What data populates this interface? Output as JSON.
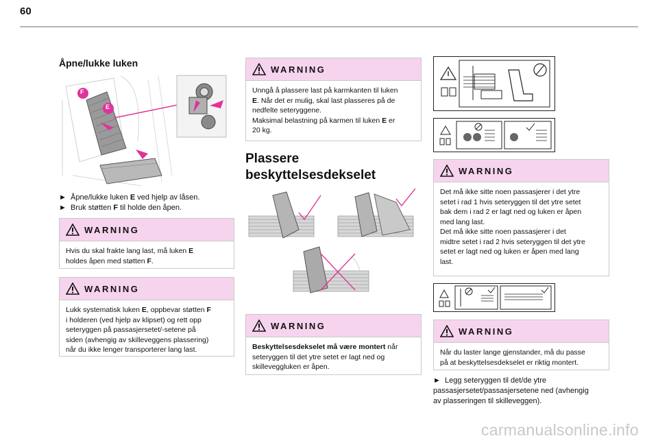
{
  "page": {
    "number": "60"
  },
  "col1": {
    "heading": "Åpne/lukke luken",
    "fig_label_f": "F",
    "fig_label_e": "E",
    "step1_arrow": "►",
    "step1_a": "Åpne/lukke luken ",
    "step1_b": "E",
    "step1_c": " ved hjelp av låsen.",
    "step2_arrow": "►",
    "step2_a": "Bruk støtten ",
    "step2_b": "F",
    "step2_c": " til holde den åpen.",
    "warn1": {
      "title": "WARNING",
      "l1": "Hvis du skal frakte lang last, må luken ",
      "l1b": "E",
      "l2": "holdes åpen med støtten ",
      "l2b": "F",
      "l2c": "."
    },
    "warn2": {
      "title": "WARNING",
      "l1": "Lukk systematisk luken ",
      "l1b": "E",
      "l1c": ", oppbevar støtten ",
      "l1d": "F",
      "l2": "i holderen (ved hjelp av klipset) og rett opp",
      "l3": "seteryggen på passasjersetet/-setene på",
      "l4": "siden (avhengig av skilleveggens plassering)",
      "l5": "når du ikke lenger transporterer lang last."
    }
  },
  "col2": {
    "warn3": {
      "title": "WARNING",
      "l1": "Unngå å plassere last på karmkanten til luken",
      "l2b": "E",
      "l2": ". Når det er mulig, skal last plasseres på de",
      "l3": "nedfelte seteryggene.",
      "l4": "Maksimal belastning på karmen til luken ",
      "l4b": "E",
      "l4c": " er",
      "l5": "20 kg."
    },
    "heading_l1": "Plassere",
    "heading_l2": "beskyttelsesdekselet",
    "warn4": {
      "title": "WARNING",
      "l1b": "Beskyttelsesdekselet må være montert",
      "l1": " når",
      "l2": "seteryggen til det ytre setet er lagt ned og",
      "l3": "skilleveggluken er åpen."
    }
  },
  "col3": {
    "warn5": {
      "title": "WARNING",
      "l1": "Det må ikke sitte noen passasjerer i det ytre",
      "l2": "setet i rad 1 hvis seteryggen til det ytre setet",
      "l3": "bak dem i rad 2 er lagt ned og luken er åpen",
      "l4": "med lang last.",
      "l5": "Det må ikke sitte noen passasjerer i det",
      "l6": "midtre setet i rad 2 hvis seteryggen til det ytre",
      "l7": "setet er lagt ned og luken er åpen med lang",
      "l8": "last."
    },
    "warn6": {
      "title": "WARNING",
      "l1": "Når du laster lange gjenstander, må du passe",
      "l2": "på at beskyttelsesdekselet er riktig montert."
    },
    "step_arrow": "►",
    "step_l1": "Legg seteryggen til det/de ytre",
    "step_l2": "passasjersetet/passasjersetene ned (avhengig",
    "step_l3": "av plasseringen til skilleveggen)."
  },
  "watermark": "carmanualsonline.info",
  "colors": {
    "warning_bg": "#f7d4ee",
    "accent_magenta": "#e0339a",
    "border": "#c9c9c9"
  }
}
